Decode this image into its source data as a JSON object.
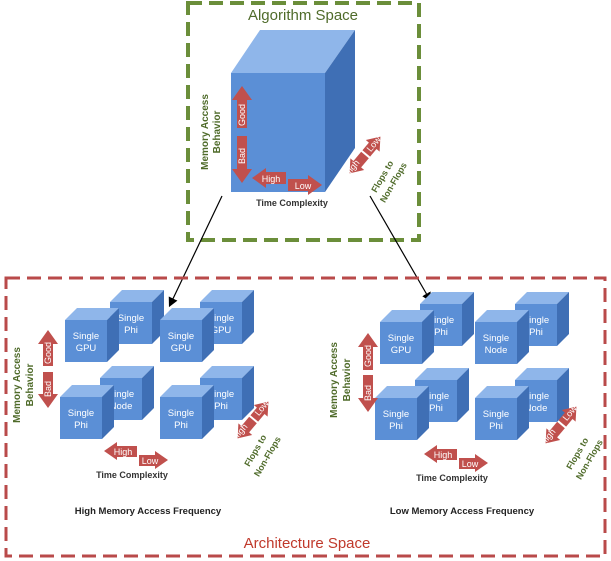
{
  "algorithm_space": {
    "title": "Algorithm Space",
    "y_axis_label_line1": "Memory Access",
    "y_axis_label_line2": "Behavior",
    "good": "Good",
    "bad": "Bad",
    "high": "High",
    "low": "Low",
    "x_axis_label": "Time Complexity",
    "z_axis_label_line1": "Flops to",
    "z_axis_label_line2": "Non-Flops"
  },
  "architecture_space": {
    "title": "Architecture Space",
    "left_panel": {
      "caption": "High Memory Access Frequency",
      "cubes": [
        {
          "line1": "Single",
          "line2": "GPU"
        },
        {
          "line1": "Single",
          "line2": "Phi"
        },
        {
          "line1": "Single",
          "line2": "GPU"
        },
        {
          "line1": "Single",
          "line2": "GPU"
        },
        {
          "line1": "Single",
          "line2": "Phi"
        },
        {
          "line1": "Single",
          "line2": "Node"
        },
        {
          "line1": "Single",
          "line2": "Phi"
        },
        {
          "line1": "Single",
          "line2": "Phi"
        }
      ]
    },
    "right_panel": {
      "caption": "Low Memory Access Frequency",
      "cubes": [
        {
          "line1": "Single",
          "line2": "GPU"
        },
        {
          "line1": "Single",
          "line2": "Phi"
        },
        {
          "line1": "Single",
          "line2": "Node"
        },
        {
          "line1": "Single",
          "line2": "Phi"
        },
        {
          "line1": "Single",
          "line2": "Phi"
        },
        {
          "line1": "Single",
          "line2": "Phi"
        },
        {
          "line1": "Single",
          "line2": "Phi"
        },
        {
          "line1": "Single",
          "line2": "Node"
        }
      ]
    },
    "axis_labels": {
      "y_line1": "Memory Access",
      "y_line2": "Behavior",
      "good": "Good",
      "bad": "Bad",
      "high": "High",
      "low": "Low",
      "x": "Time Complexity",
      "z_line1": "Flops to",
      "z_line2": "Non-Flops"
    }
  },
  "colors": {
    "algorithm_border": "#6b8e3a",
    "architecture_border": "#b94a4a",
    "architecture_title": "#c0392b",
    "algorithm_title": "#4f6b2a",
    "cube_front": "#5b8fd6",
    "cube_top": "#8fb6ea",
    "cube_side": "#3f6fb5",
    "arrow_red": "#c0504d",
    "axis_text": "#4f6b2a"
  }
}
